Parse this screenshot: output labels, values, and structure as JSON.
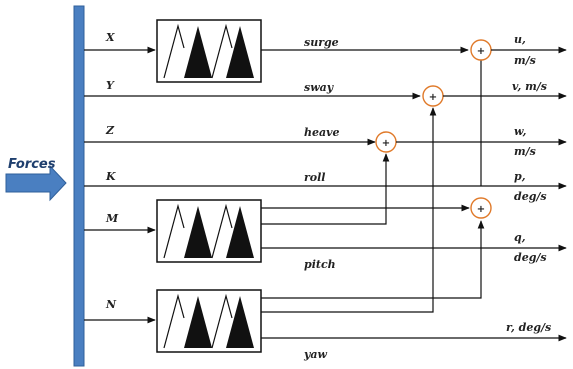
{
  "forces_label": "Forces",
  "inputs": {
    "x": "X",
    "y": "Y",
    "z": "Z",
    "k": "K",
    "m": "M",
    "n": "N"
  },
  "signals": {
    "surge": "surge",
    "sway": "sway",
    "heave": "heave",
    "roll": "roll",
    "pitch": "pitch",
    "yaw": "yaw"
  },
  "outputs": {
    "u_line1": "u,",
    "u_line2": "m/s",
    "v": "v, m/s",
    "w_line1": "w,",
    "w_line2": "m/s",
    "p_line1": "p,",
    "p_line2": "deg/s",
    "q_line1": "q,",
    "q_line2": "deg/s",
    "r": "r, deg/s"
  },
  "sum_symbol": "+",
  "colors": {
    "bus": "#4a7fc1",
    "arrow": "#4a7fc1",
    "summer_ring": "#e07a2a"
  }
}
